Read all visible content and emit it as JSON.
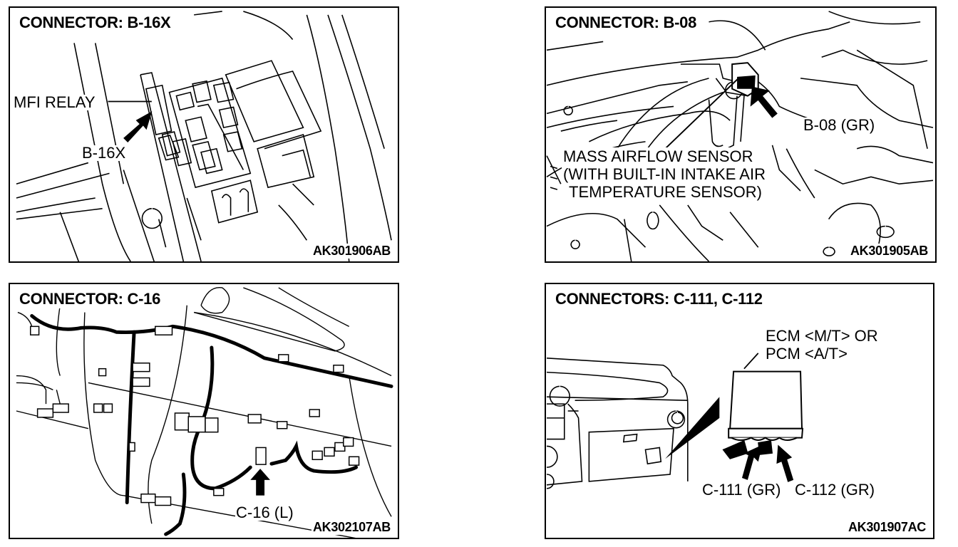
{
  "panels": [
    {
      "title": "CONNECTOR: B-16X",
      "labels": {
        "component": "MFI RELAY",
        "connector": "B-16X"
      },
      "figure_code": "AK301906AB"
    },
    {
      "title": "CONNECTOR: B-08",
      "labels": {
        "connector": "B-08 (GR)",
        "component_lines": [
          "MASS AIRFLOW SENSOR",
          "(WITH BUILT-IN INTAKE AIR",
          "TEMPERATURE SENSOR)"
        ]
      },
      "figure_code": "AK301905AB"
    },
    {
      "title": "CONNECTOR: C-16",
      "labels": {
        "connector": "C-16 (L)"
      },
      "figure_code": "AK302107AB"
    },
    {
      "title": "CONNECTORS: C-111, C-112",
      "labels": {
        "component_lines": [
          "ECM <M/T> OR",
          "PCM <A/T>"
        ],
        "connector_1": "C-111 (GR)",
        "connector_2": "C-112 (GR)"
      },
      "figure_code": "AK301907AC"
    }
  ]
}
